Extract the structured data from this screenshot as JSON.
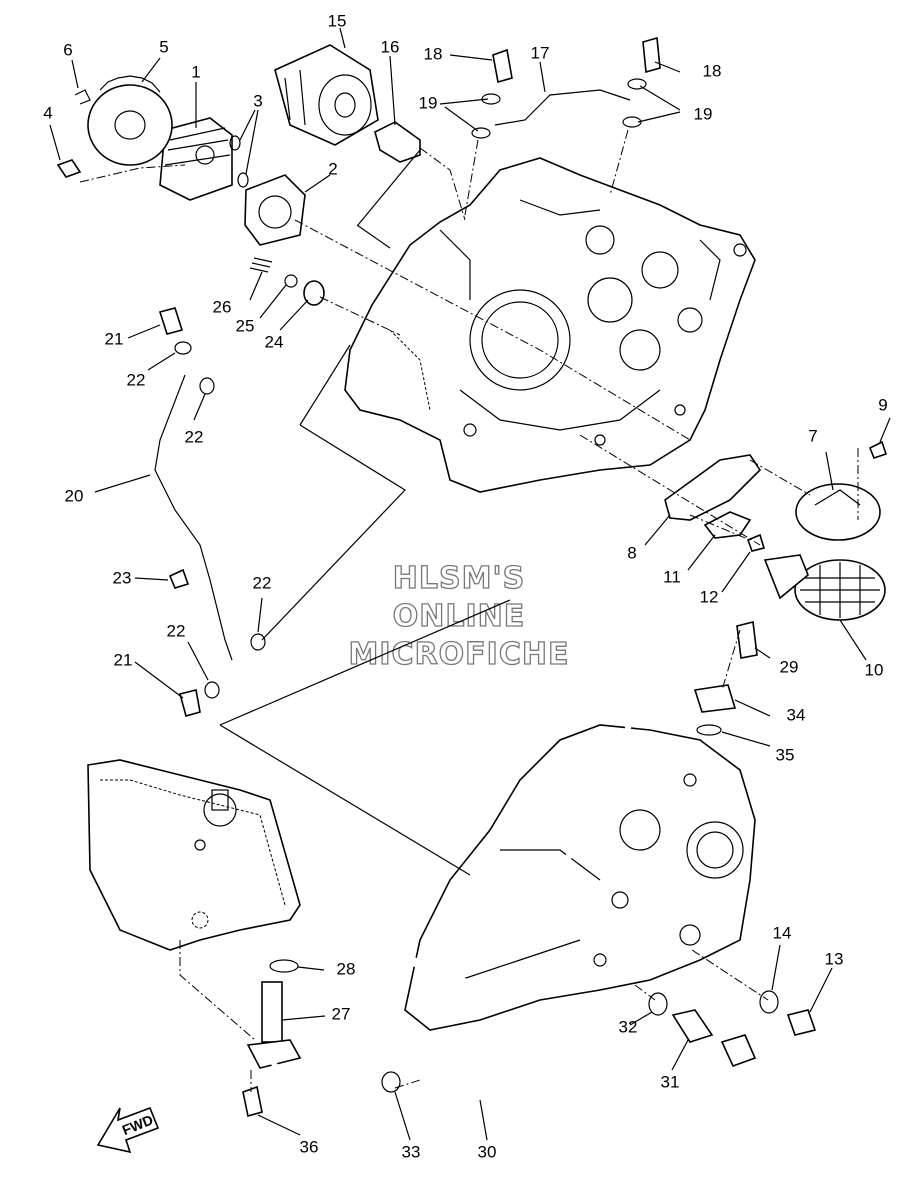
{
  "watermark": {
    "line1": "HLSM'S",
    "line2": "ONLINE",
    "line3": "MICROFICHE"
  },
  "fwd_label": "FWD",
  "callouts": {
    "p1": "1",
    "p2": "2",
    "p3": "3",
    "p4": "4",
    "p5": "5",
    "p6": "6",
    "p7": "7",
    "p8": "8",
    "p9": "9",
    "p10": "10",
    "p11": "11",
    "p12": "12",
    "p13": "13",
    "p14": "14",
    "p15": "15",
    "p16": "16",
    "p17": "17",
    "p18": "18",
    "p19": "19",
    "p20": "20",
    "p21": "21",
    "p22": "22",
    "p23": "23",
    "p24": "24",
    "p25": "25",
    "p26": "26",
    "p27": "27",
    "p28": "28",
    "p29": "29",
    "p30": "30",
    "p31": "31",
    "p32": "32",
    "p33": "33",
    "p34": "34",
    "p35": "35",
    "p36": "36"
  }
}
